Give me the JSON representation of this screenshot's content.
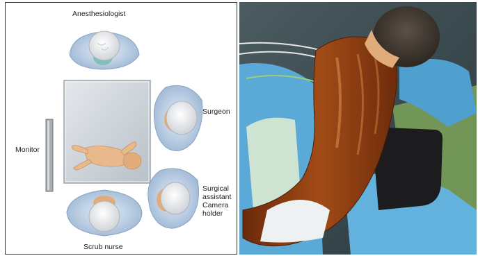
{
  "diagram": {
    "labels": {
      "anesthesiologist": "Anesthesiologist",
      "surgeon": "Surgeon",
      "monitor": "Monitor",
      "surgical_assistant_line1": "Surgical",
      "surgical_assistant_line2": "assistant",
      "surgical_assistant_line3": "Camera",
      "surgical_assistant_line4": "holder",
      "scrub_nurse": "Scrub nurse"
    }
  },
  "photo": {
    "subject": "patient-prone-prepped-back"
  },
  "colors": {
    "table": "#cdd3d8",
    "gown_blue": "#b9cde3",
    "head_white": "#f2f2f2",
    "skin": "#e8b98a",
    "iodine": "#8a3d12",
    "drape_blue": "#5aa9d6",
    "board_black": "#1c1c1e"
  }
}
